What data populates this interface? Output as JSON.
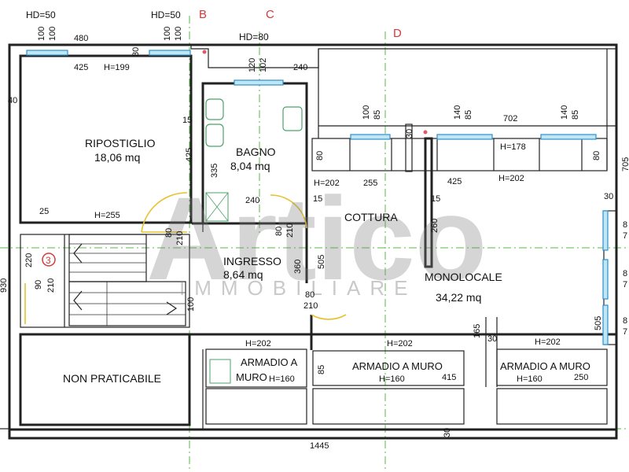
{
  "axes": {
    "b": "B",
    "c": "C",
    "d": "D"
  },
  "rooms": {
    "ripostiglio": {
      "name": "RIPOSTIGLIO",
      "area": "18,06 mq"
    },
    "bagno": {
      "name": "BAGNO",
      "area": "8,04 mq"
    },
    "ingresso": {
      "name": "INGRESSO",
      "area": "8,64 mq"
    },
    "cottura": {
      "name": "COTTURA"
    },
    "monolocale": {
      "name": "MONOLOCALE",
      "area": "34,22 mq"
    },
    "non_praticabile": {
      "name": "NON PRATICABILE"
    }
  },
  "wardrobes": {
    "left_a": "ARMADIO A",
    "left_b": "MURO",
    "center": "ARMADIO A MURO",
    "right": "ARMADIO A MURO"
  },
  "watermark": {
    "big": "Artico",
    "small": "IMMOBILIARE"
  },
  "stair_marker": "3",
  "dimensions": {
    "hd50_a": "HD=50",
    "hd50_b": "HD=50",
    "hd80": "HD=80",
    "d100a": "100",
    "d100b": "100",
    "d100c": "100",
    "d100d": "100",
    "d480": "480",
    "d425": "425",
    "h199": "H=199",
    "d30a": "30",
    "d120": "120",
    "d102": "102",
    "d240a": "240",
    "d40": "40",
    "d15a": "15",
    "d425v": "425",
    "d335": "335",
    "d100e": "100",
    "d85a": "85",
    "d140a": "140",
    "d85b": "85",
    "d702": "702",
    "d140b": "140",
    "d85c": "85",
    "d30b": "30",
    "h178": "H=178",
    "d80a": "80",
    "d80b": "80",
    "d705": "705",
    "h202a": "H=202",
    "d255a": "255",
    "d425c": "425",
    "h202b": "H=202",
    "d240b": "240",
    "d15b": "15",
    "d15c": "15",
    "d30c": "30",
    "d25": "25",
    "h255": "H=255",
    "d80c": "80",
    "d210a": "210",
    "d80d": "80",
    "d210b": "210",
    "d260": "260",
    "d505a": "505",
    "d360": "360",
    "d220": "220",
    "d90": "90",
    "d210c": "210",
    "d100f": "100",
    "d80e": "80",
    "d210d": "210",
    "d505b": "505",
    "d165": "165",
    "d30d": "30",
    "h202c": "H=202",
    "h202d": "H=202",
    "h202e": "H=202",
    "d85d": "85",
    "h160a": "H=160",
    "h160b": "H=160",
    "d415": "415",
    "h160c": "H=160",
    "d250": "250",
    "d1445": "1445",
    "d30e": "30",
    "d930": "930",
    "edge8a": "8",
    "edge7a": "7",
    "edge8b": "8",
    "edge7b": "7",
    "edge8c": "8",
    "edge7c": "7"
  }
}
